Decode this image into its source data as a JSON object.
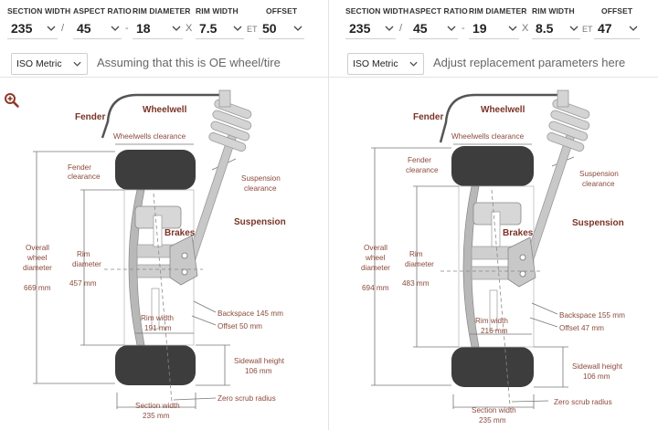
{
  "columns": {
    "section_width": "SECTION WIDTH",
    "aspect_ratio": "ASPECT RATIO",
    "rim_diameter": "RIM DIAMETER",
    "rim_width": "RIM WIDTH",
    "offset": "OFFSET"
  },
  "separators": {
    "slash": "/",
    "dash": "-",
    "x": "X",
    "et": "ET"
  },
  "colors": {
    "accent": "#8b3b2b",
    "tire": "#3d3d3d",
    "wheel": "#c8c8c8"
  },
  "left": {
    "section_width": "235",
    "aspect_ratio": "45",
    "rim_diameter": "18",
    "rim_width": "7.5",
    "offset": "50",
    "format": "ISO Metric",
    "note": "Assuming that this is OE wheel/tire",
    "diagram": {
      "fender": "Fender",
      "wheelwell": "Wheelwell",
      "wheelwells_clearance": "Wheelwells clearance",
      "fender_clearance_1": "Fender",
      "fender_clearance_2": "clearance",
      "suspension_clearance_1": "Suspension",
      "suspension_clearance_2": "clearance",
      "suspension": "Suspension",
      "brakes": "Brakes",
      "overall_1": "Overall",
      "overall_2": "wheel",
      "overall_3": "diameter",
      "overall_value": "669 mm",
      "rim_1": "Rim",
      "rim_2": "diameter",
      "rim_value": "457 mm",
      "backspace": "Backspace 145 mm",
      "offset_label": "Offset 50 mm",
      "rim_width_1": "Rim width",
      "rim_width_2": "191 mm",
      "sidewall_1": "Sidewall height",
      "sidewall_2": "106 mm",
      "zero_scrub": "Zero scrub radius",
      "section_1": "Section width",
      "section_2": "235 mm"
    }
  },
  "right": {
    "section_width": "235",
    "aspect_ratio": "45",
    "rim_diameter": "19",
    "rim_width": "8.5",
    "offset": "47",
    "format": "ISO Metric",
    "note": "Adjust replacement parameters here",
    "diagram": {
      "fender": "Fender",
      "wheelwell": "Wheelwell",
      "wheelwells_clearance": "Wheelwells clearance",
      "fender_clearance_1": "Fender",
      "fender_clearance_2": "clearance",
      "suspension_clearance_1": "Suspension",
      "suspension_clearance_2": "clearance",
      "suspension": "Suspension",
      "brakes": "Brakes",
      "overall_1": "Overall",
      "overall_2": "wheel",
      "overall_3": "diameter",
      "overall_value": "694 mm",
      "rim_1": "Rim",
      "rim_2": "diameter",
      "rim_value": "483 mm",
      "backspace": "Backspace 155 mm",
      "offset_label": "Offset 47 mm",
      "rim_width_1": "Rim width",
      "rim_width_2": "216 mm",
      "sidewall_1": "Sidewall height",
      "sidewall_2": "106 mm",
      "zero_scrub": "Zero scrub radius",
      "section_1": "Section width",
      "section_2": "235 mm"
    }
  }
}
